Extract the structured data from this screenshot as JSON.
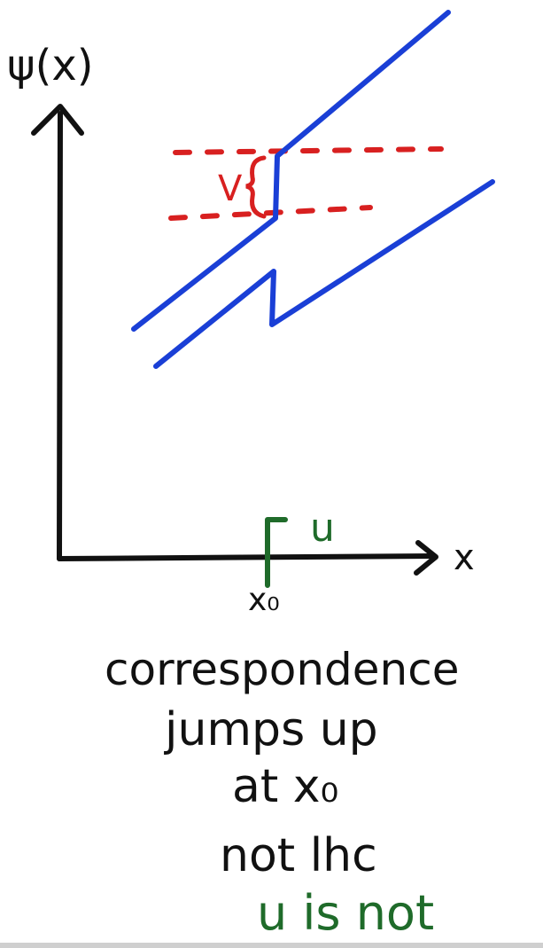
{
  "colors": {
    "ink": "#111111",
    "blue": "#1a3fd6",
    "red": "#d82020",
    "green": "#1f6b2a"
  },
  "axes": {
    "y_label": "ψ(x)",
    "x_label": "x"
  },
  "annotations": {
    "jump_label": "V",
    "x0_label": "x₀",
    "u_label": "u"
  },
  "notes": {
    "line1": "correspondence",
    "line2": "jumps up",
    "line3": "at x₀",
    "line4": "not lhc",
    "line5": "u is not"
  }
}
